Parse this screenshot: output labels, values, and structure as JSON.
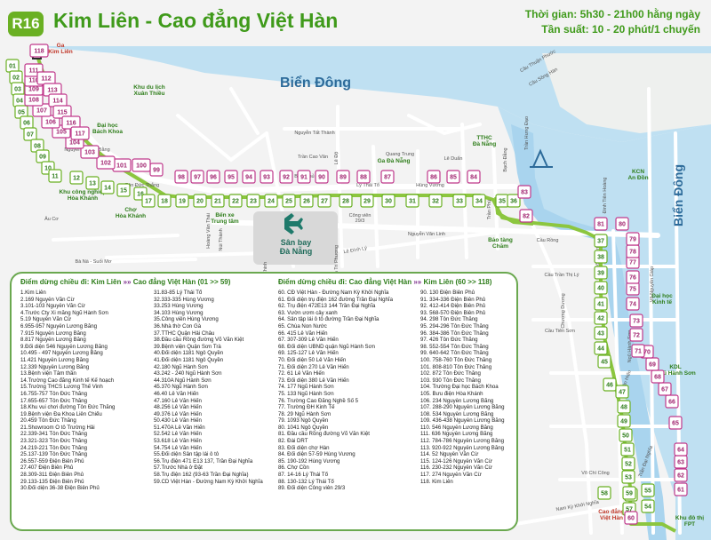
{
  "header": {
    "route_code": "R16",
    "route_name": "Kim Liên - Cao đẳng Việt Hàn",
    "time_label": "Thời gian: 5h30 - 21h00 hằng ngày",
    "frequency_label": "Tần suất: 10 - 20 phút/1 chuyến"
  },
  "colors": {
    "route_line": "#8cc63f",
    "outbound_stop": "#6ab023",
    "return_stop": "#c0398c",
    "water": "#bfe0f2",
    "road": "#ffffff"
  },
  "map_labels": {
    "sea": "Biển Đông",
    "sea_right": "Biển Đông",
    "airport": "Sân bay\nĐà Nẵng",
    "places": [
      "Ga\nKim Liên",
      "Khu du lịch\nXuân Thiều",
      "Đại học\nBách Khoa",
      "Khu công nghiệp\nHòa Khánh",
      "Chợ\nHòa Khánh",
      "Bến xe\nTrung tâm",
      "Ga Đà Nẵng",
      "TTHC\nĐà Nẵng",
      "Bảo tàng\nChăm",
      "Đại học\nKinh tế",
      "KCN\nAn Đồn",
      "KDL\nNgũ Hành Sơn",
      "Khu đô thị\nFPT",
      "Cao đẳng\nViệt Hàn"
    ],
    "streets": [
      "Nguyễn Tất Thành",
      "Lê Độ",
      "Trần Cao Vân",
      "Quang Trung",
      "Lê Duẩn",
      "Nguyễn Văn Linh",
      "Hoàng Văn Thái",
      "Trường Chinh",
      "Nguyễn Tri Phương",
      "Điện Biên Phủ",
      "Lý Thái Tổ",
      "Hùng Vương",
      "Bạch Đằng",
      "Trần Phú",
      "Cầu Rồng",
      "Ngô Quyền",
      "Ngũ Hành Sơn",
      "Chương Dương",
      "Võ Nguyên Giáp",
      "Lê Văn Hiến",
      "Trần Đại Nghĩa",
      "Nam Kỳ Khởi Nghĩa",
      "Võ Chí Công",
      "Cầu Trần Thị Lý",
      "Cầu Tiên Sơn",
      "Âu Cơ",
      "Bà Nà - Suối Mơ",
      "Nguyễn Lương Bằng",
      "Tôn Đức Thắng",
      "Lê Đình Lý",
      "Cầu Thuận Phước",
      "Cầu Sông Hàn",
      "Trần Hưng Đạo",
      "Công viên\n29/3",
      "Đinh Tiên Hoàng",
      "Núi Thành"
    ]
  },
  "outbound_stops_labels": [
    "01",
    "02",
    "03",
    "04",
    "05",
    "06",
    "07",
    "08",
    "09",
    "10",
    "11",
    "12",
    "13",
    "14",
    "15",
    "16",
    "17",
    "18",
    "19",
    "20",
    "21",
    "22",
    "23",
    "24",
    "25",
    "26",
    "27",
    "28",
    "29",
    "30",
    "31",
    "32",
    "33",
    "34",
    "35",
    "36",
    "37",
    "38",
    "39",
    "40",
    "41",
    "42",
    "43",
    "44",
    "45",
    "46",
    "47",
    "48",
    "49",
    "50",
    "51",
    "52",
    "53",
    "54",
    "55",
    "56",
    "57",
    "58",
    "59"
  ],
  "return_stops_labels": [
    "60",
    "61",
    "62",
    "63",
    "64",
    "65",
    "66",
    "67",
    "68",
    "69",
    "70",
    "71",
    "72",
    "73",
    "74",
    "75",
    "76",
    "77",
    "78",
    "79",
    "80",
    "81",
    "82",
    "83",
    "84",
    "85",
    "86",
    "87",
    "88",
    "89",
    "90",
    "91",
    "92",
    "93",
    "94",
    "95",
    "96",
    "97",
    "98",
    "99",
    "100",
    "101",
    "102",
    "103",
    "104",
    "105",
    "106",
    "107",
    "108",
    "109",
    "110",
    "111",
    "112",
    "113",
    "114",
    "115",
    "116",
    "117",
    "118"
  ],
  "stops_panel": {
    "outbound_title_a": "Điểm dừng chiều đi: Kim Liên",
    "outbound_title_b": "Cao đẳng Việt Hàn (01 >> 59)",
    "return_title_a": "Điểm dừng chiều đi: Cao đẳng Việt Hàn",
    "return_title_b": "Kim Liên (60 >> 118)",
    "arrows": "»»",
    "outbound_col1": [
      "1.Kim Liên",
      "2.169 Nguyễn Văn Cừ",
      "3.101-103 Nguyễn Văn Cừ",
      "4.Trước Cty Xi măng Ngũ Hành Sơn",
      "5.19 Nguyễn Văn Cừ",
      "6.955-957 Nguyễn Lương Bằng",
      "7.915 Nguyễn Lương Bằng",
      "8.817 Nguyễn Lương Bằng",
      "9.Đối diện 546 Nguyễn Lương Bằng",
      "10.495 - 497 Nguyễn Lương Bằng",
      "11.421 Nguyễn Lương Bằng",
      "12.339 Nguyễn Lương Bằng",
      "13.Bệnh viện Tâm thần",
      "14.Trường Cao đẳng Kinh tế Kế hoạch",
      "15.Trường THCS Lương Thế Vinh",
      "16.755-757 Tôn Đức Thắng",
      "17.655-657 Tôn Đức Thắng",
      "18.Khu vui chơi đường Tôn Đức Thắng",
      "19.Bệnh viện Đa Khoa Liên Chiểu",
      "20.459 Tôn Đức Thắng",
      "21.Showroom Ô tô Trường Hải",
      "22.339-341 Tôn Đức Thắng",
      "23.321-323 Tôn Đức Thắng",
      "24.219-221 Tôn Đức Thắng",
      "25.137-139 Tôn Đức Thắng",
      "26.557-559 Điện Biên Phủ",
      "27.407 Điện Biên Phủ",
      "28.309-311 Điện Biên Phủ",
      "29.133-135 Điện Biên Phủ",
      "30.Đối diện 36-38 Điện Biên Phủ"
    ],
    "outbound_col2": [
      "31.83-85 Lý Thái Tổ",
      "32.333-335 Hùng Vương",
      "33.253 Hùng Vương",
      "34.103 Hùng Vương",
      "35.Công viên Hùng Vương",
      "36.Nhà thờ Con Gà",
      "37.TTHC Quận Hải Châu",
      "38.Đầu cầu Rồng đường Võ Văn Kiệt",
      "39.Bệnh viện Quận Sơn Trà",
      "40.Đối diện 1181 Ngô Quyền",
      "41.Đối diện 1181 Ngô Quyền",
      "42.180 Ngũ Hành Sơn",
      "43.242 - 240 Ngũ Hành Sơn",
      "44.310A Ngũ Hành Sơn",
      "45.370 Ngũ Hành Sơn",
      "46.40 Lê Văn Hiến",
      "47.160 Lê Văn Hiến",
      "48.256 Lê Văn Hiến",
      "49.376 Lê Văn Hiến",
      "50.430 Lê Văn Hiến",
      "51.470A Lê Văn Hiến",
      "52.542 Lê Văn Hiến",
      "53.618 Lê Văn Hiến",
      "54.754 Lê Văn Hiến",
      "55.Đối diện Sân tập lái ô tô",
      "56.Trụ điện 471 E13 137, Trần Đại Nghĩa",
      "57.Trước Nhà ở Đặt",
      "58.Trụ điện 162 (93-63 Trần Đại Nghĩa)",
      "59.CD Việt Hàn - Đường Nam Kỳ Khởi Nghĩa"
    ],
    "return_col1": [
      "60. CĐ Việt Hàn - Đường Nam Kỳ Khởi Nghĩa",
      "61. Đối diện trụ điện 162 đường Trần Đại Nghĩa",
      "62. Trụ điện 472E13 144 Trần Đại Nghĩa",
      "63. Vườn ươm cây xanh",
      "64. Sân tập lái ô tô đường Trần Đại Nghĩa",
      "65. Chùa Non Nước",
      "66. 415 Lê Văn Hiến",
      "67. 307-309 Lê Văn Hiến",
      "68. Đối diện UBND quận Ngũ Hành Sơn",
      "69. 125-127 Lê Văn Hiến",
      "70. Đối diện 50 Lê Văn Hiến",
      "71. Đối diện 270 Lê Văn Hiến",
      "72. 61 Lê Văn Hiến",
      "73. Đối diện 380 Lê Văn Hiến",
      "74. 177 Ngũ Hành Sơn",
      "75. 133 Ngũ Hành Sơn",
      "76. Trường Cao Đẳng Nghề Số 5",
      "77. Trường ĐH Kinh Tế",
      "78. 29 Ngũ Hành Sơn",
      "79. 1093 Ngô Quyền",
      "80. 1041 Ngô Quyền",
      "81. Đầu cầu Rồng đường Võ Văn Kiệt",
      "82. Đài DRT",
      "83. Đối diện chợ Hàn",
      "84. Đối diện 57-59 Hùng Vương",
      "85. 190-192 Hùng Vương",
      "86. Chợ Cồn",
      "87. 14-16 Lý Thái Tổ",
      "88. 130-132 Lý Thái Tổ",
      "89. Đối diện Công viên 29/3"
    ],
    "return_col2": [
      "90. 130 Điện Biên Phủ",
      "91. 334-336 Điện Biên Phủ",
      "92. 412-414 Điện Biên Phủ",
      "93. 568-570 Điện Biên Phủ",
      "94. 298 Tôn Đức Thắng",
      "95. 294-296 Tôn Đức Thắng",
      "96. 384-386 Tôn Đức Thắng",
      "97. 426 Tôn Đức Thắng",
      "98. 552-554 Tôn Đức Thắng",
      "99. 640-642 Tôn Đức Thắng",
      "100. 758-760 Tôn Đức Thắng",
      "101. 808-810 Tôn Đức Thắng",
      "102. 872 Tôn Đức Thắng",
      "103. 930 Tôn Đức Thắng",
      "104. Trường Đại học Bách Khoa",
      "105. Bưu điện Hòa Khánh",
      "106. 234 Nguyễn Lương Bằng",
      "107. 288-290 Nguyễn Lương Bằng",
      "108. 534 Nguyễn Lương Bằng",
      "109. 436-438 Nguyễn Lương Bằng",
      "110. 546 Nguyễn Lương Bằng",
      "111. 636 Nguyễn Lương Bằng",
      "112. 784-786 Nguyễn Lương Bằng",
      "113. 920-922 Nguyễn Lương Bằng",
      "114. 52 Nguyễn Văn Cừ",
      "115. 124-126 Nguyễn Văn Cừ",
      "116. 230-232 Nguyễn Văn Cừ",
      "117. 274 Nguyễn Văn Cừ",
      "118. Kim Liên"
    ]
  }
}
